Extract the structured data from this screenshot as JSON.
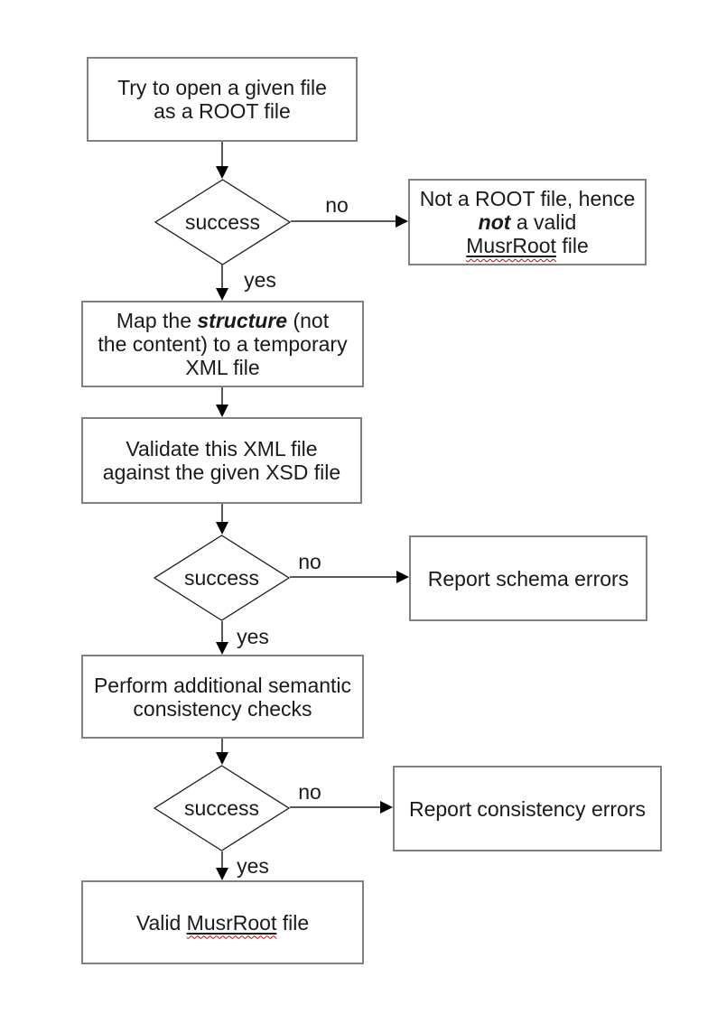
{
  "labels": {
    "no": "no",
    "yes": "yes"
  },
  "nodes": {
    "try_open": {
      "line1": "Try to open a given file",
      "line2": "as a ROOT file"
    },
    "decision_root": {
      "label": "success"
    },
    "not_root_file": {
      "line1": "Not a ROOT file, hence",
      "line2_emph": "not",
      "line2_rest": " a valid",
      "line3_word": "MusrRoot",
      "line3_rest": " file"
    },
    "map_structure": {
      "line1_pre": "Map the ",
      "line1_emph": "structure",
      "line1_post": " (not",
      "line2": "the content) to a temporary",
      "line3": "XML file"
    },
    "validate_xml": {
      "line1": "Validate this XML file",
      "line2": "against the given XSD file"
    },
    "decision_schema": {
      "label": "success"
    },
    "report_schema": {
      "label": "Report schema errors"
    },
    "semantic_checks": {
      "line1": "Perform additional semantic",
      "line2": "consistency checks"
    },
    "decision_consistency": {
      "label": "success"
    },
    "report_consistency": {
      "label": "Report consistency errors"
    },
    "valid_musrroot": {
      "pre": "Valid ",
      "word": "MusrRoot",
      "post": " file"
    }
  },
  "colors": {
    "background": "#ffffff",
    "box_border": "#808080",
    "diamond_outline": "#1a1a1a",
    "connector": "#595959",
    "arrowhead": "#000000",
    "text": "#1a1a1a",
    "spellcheck_squiggle": "#d40000"
  }
}
